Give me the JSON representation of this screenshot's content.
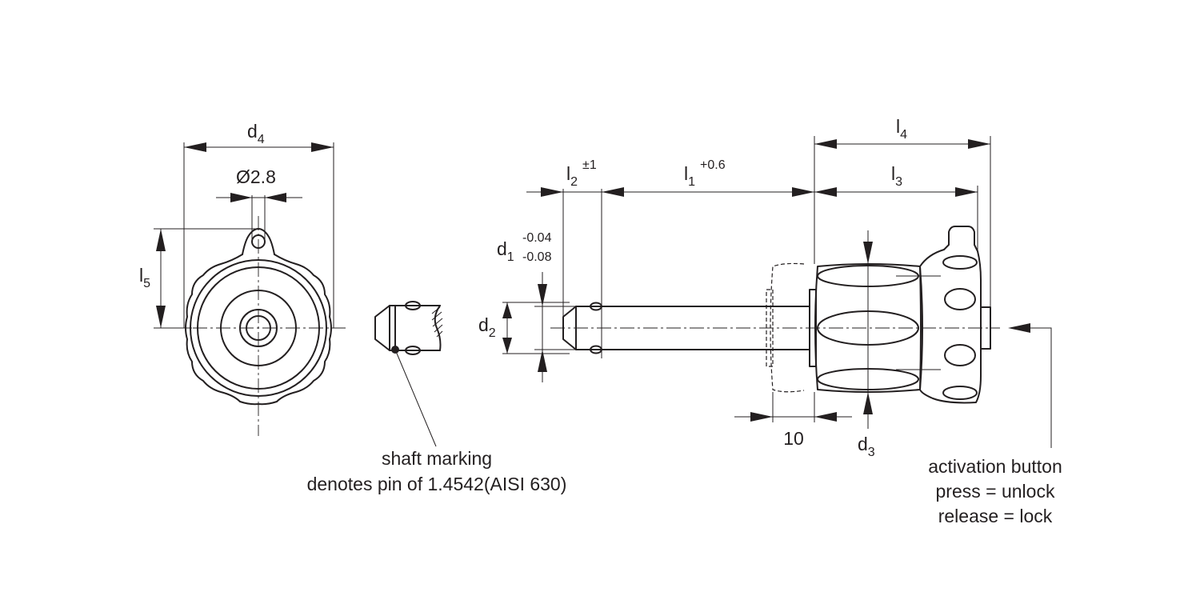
{
  "front_view": {
    "d4": {
      "main": "d",
      "sub": "4"
    },
    "hole": "Ø2.8",
    "l5": {
      "main": "l",
      "sub": "5"
    }
  },
  "shaft_note": {
    "line1": "shaft marking",
    "line2": "denotes pin of 1.4542(AISI 630)"
  },
  "side_view": {
    "l2": {
      "main": "l",
      "sub": "2",
      "tol": "±1"
    },
    "l1": {
      "main": "l",
      "sub": "1",
      "tol": "+0.6"
    },
    "l4": {
      "main": "l",
      "sub": "4"
    },
    "l3": {
      "main": "l",
      "sub": "3"
    },
    "d1": {
      "main": "d",
      "sub": "1",
      "tol_upper": "-0.04",
      "tol_lower": "-0.08"
    },
    "d2": {
      "main": "d",
      "sub": "2"
    },
    "d3": {
      "main": "d",
      "sub": "3"
    },
    "travel": "10"
  },
  "button_note": {
    "line1": "activation button",
    "line2": "press = unlock",
    "line3": "release = lock"
  }
}
